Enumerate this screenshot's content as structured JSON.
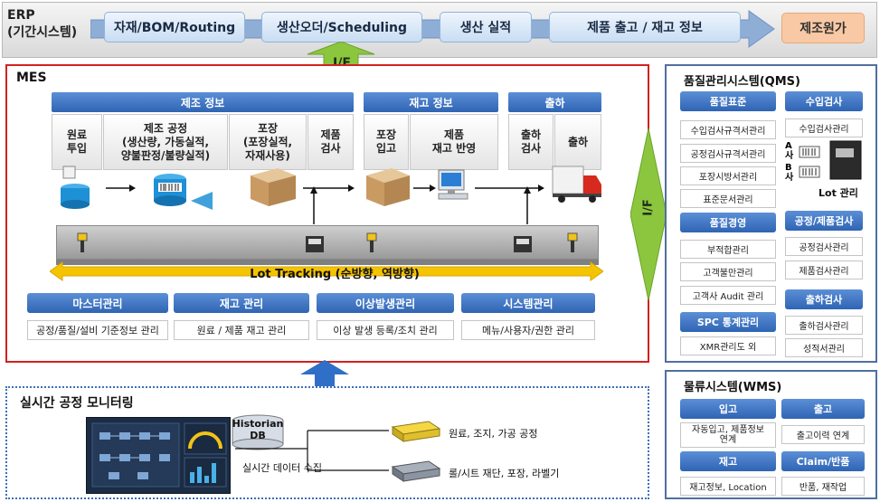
{
  "erp": {
    "title_line1": "ERP",
    "title_line2": "(기간시스템)",
    "steps": [
      "자재/BOM/Routing",
      "생산오더/Scheduling",
      "생산 실적",
      "제품 출고 / 재고 정보"
    ],
    "cost": "제조원가"
  },
  "if_labels": {
    "top": "I/F",
    "side": "I/F"
  },
  "mes": {
    "title": "MES",
    "groups": [
      "제조 정보",
      "재고 정보",
      "출하"
    ],
    "cells": {
      "raw_input": "원료\n투입",
      "process": "제조 공정\n(생산량, 가동실적,\n양불판정/불량실적)",
      "packing": "포장\n(포장실적,\n자재사용)",
      "product_inspect": "제품\n검사",
      "pack_in": "포장\n입고",
      "stock_reflect": "제품\n재고 반영",
      "ship_inspect": "출하\n검사",
      "ship": "출하"
    },
    "lot_tracking": "Lot Tracking (순방향, 역방향)",
    "modules": [
      {
        "head": "마스터관리",
        "body": "공정/품질/설비 기준정보 관리"
      },
      {
        "head": "재고 관리",
        "body": "원료 / 제품 재고 관리"
      },
      {
        "head": "이상발생관리",
        "body": "이상 발생 등록/조치 관리"
      },
      {
        "head": "시스템관리",
        "body": "메뉴/사용자/권한 관리"
      }
    ]
  },
  "qms": {
    "title": "품질관리시스템(QMS)",
    "left": [
      {
        "head": "품질표준",
        "items": [
          "수입검사규격서관리",
          "공정검사규격서관리",
          "포장시방서관리",
          "표준문서관리"
        ]
      },
      {
        "head": "품질경영",
        "items": [
          "부적합관리",
          "고객불만관리",
          "고객사 Audit 관리"
        ]
      },
      {
        "head": "SPC 통계관리",
        "items": [
          "XMR관리도 외"
        ]
      }
    ],
    "right": [
      {
        "head": "수입검사",
        "items": [
          "수입검사관리"
        ]
      },
      {
        "head": "공정/제품검사",
        "items": [
          "공정검사관리",
          "제품검사관리"
        ]
      },
      {
        "head": "출하검사",
        "items": [
          "출하검사관리",
          "성적서관리"
        ]
      }
    ],
    "supplier_a": "A\n사",
    "supplier_b": "B\n사",
    "lot_manage": "Lot 관리"
  },
  "wms": {
    "title": "물류시스템(WMS)",
    "cells": [
      {
        "head": "입고",
        "body": "자동입고, 제품정보\n연계"
      },
      {
        "head": "출고",
        "body": "출고이력 연계"
      },
      {
        "head": "재고",
        "body": "재고정보, Location"
      },
      {
        "head": "Claim/반품",
        "body": "반품, 재작업"
      }
    ]
  },
  "monitoring": {
    "title": "실시간 공정 모니터링",
    "db_line1": "Historian",
    "db_line2": "DB",
    "collect": "실시간 데이터 수집",
    "target1": "원료, 조지, 가공 공정",
    "target2": "롤/시트 재단, 포장, 라벨기"
  },
  "colors": {
    "mes_border": "#d42020",
    "blue_head": "#2f64b4",
    "green_arrow": "#8cc63f",
    "cost_fill": "#f9c9a5",
    "lot_arrow": "#f5c400"
  }
}
